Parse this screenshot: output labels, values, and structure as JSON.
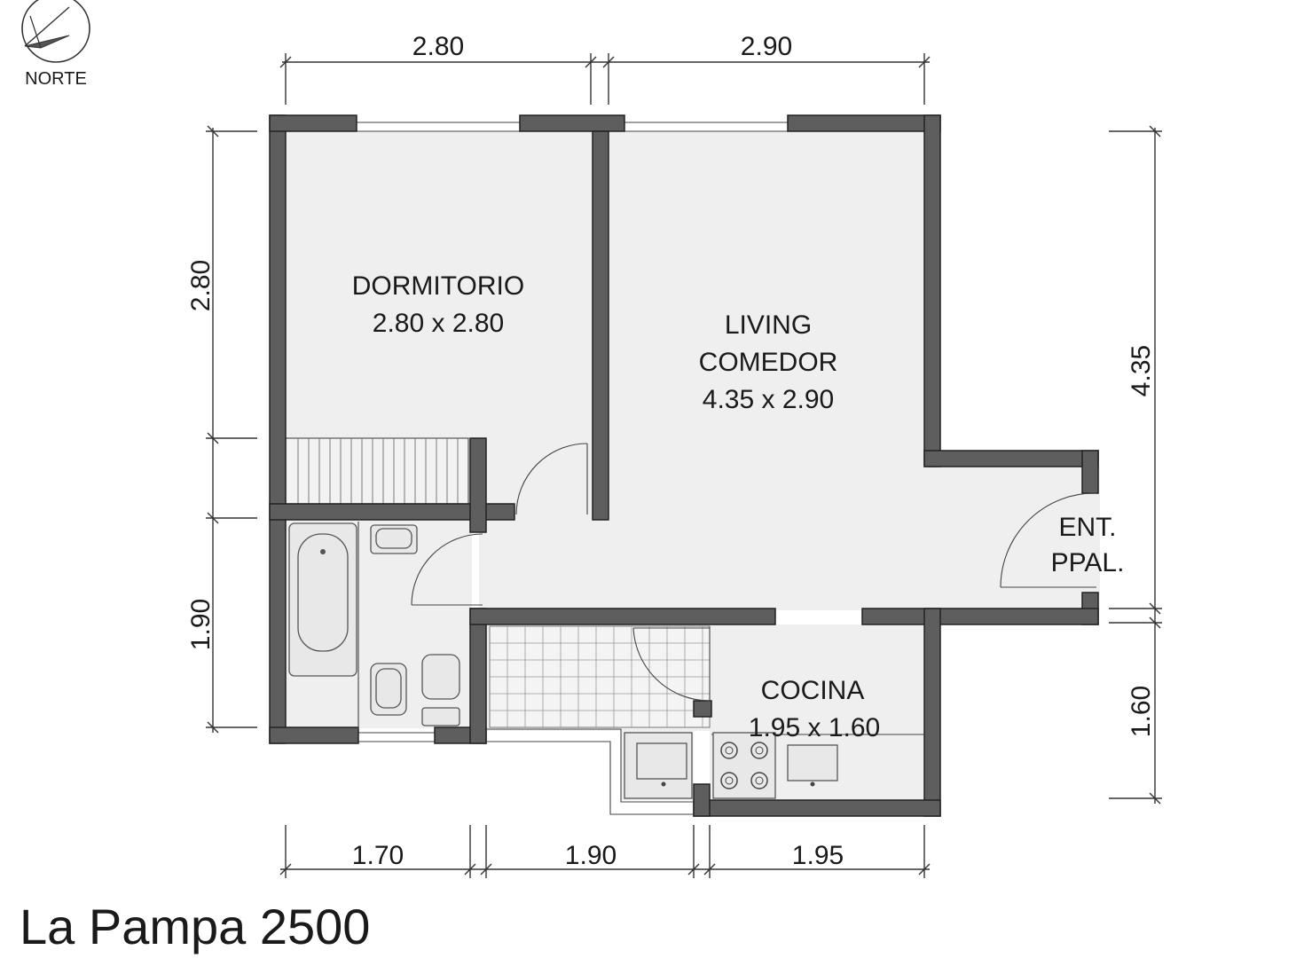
{
  "title": "La Pampa 2500",
  "north_label": "NORTE",
  "rooms": {
    "dormitorio": {
      "name": "DORMITORIO",
      "size": "2.80 x 2.80"
    },
    "living": {
      "name_line1": "LIVING",
      "name_line2": "COMEDOR",
      "size": "4.35 x 2.90"
    },
    "cocina": {
      "name": "COCINA",
      "size": "1.95 x 1.60"
    },
    "entrada": {
      "line1": "ENT.",
      "line2": "PPAL."
    }
  },
  "dimensions": {
    "top_left": "2.80",
    "top_right": "2.90",
    "left_upper": "2.80",
    "left_lower": "1.90",
    "right_upper": "4.35",
    "right_lower": "1.60",
    "bottom_1": "1.70",
    "bottom_2": "1.90",
    "bottom_3": "1.95"
  }
}
